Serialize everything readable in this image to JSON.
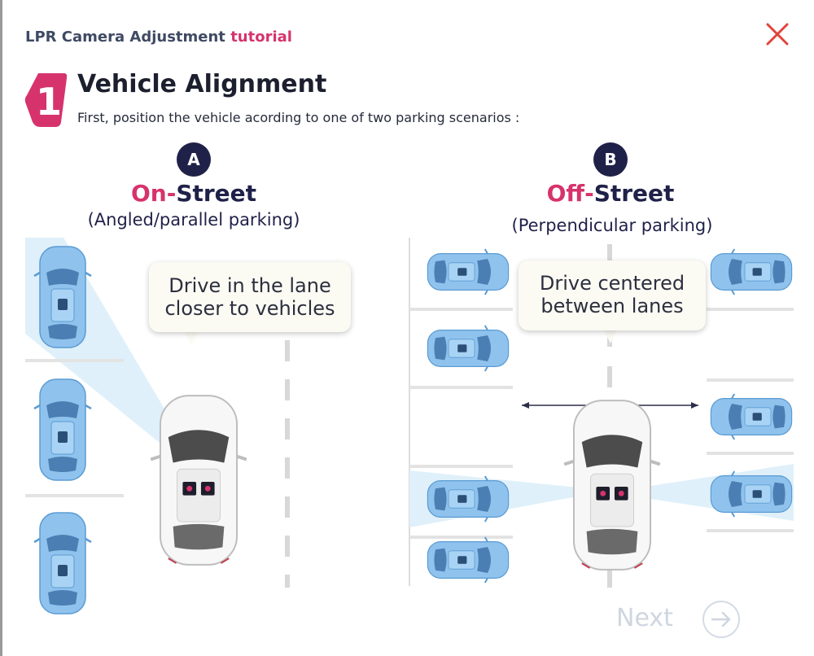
{
  "header": {
    "title_main": "LPR Camera Adjustment",
    "title_accent": "tutorial",
    "accent_color": "#d6336c",
    "close_icon": "close-icon"
  },
  "step": {
    "number": "1",
    "title": "Vehicle Alignment",
    "subtitle": "First, position the vehicle acording to one of two parking scenarios :"
  },
  "scenarios": [
    {
      "letter": "A",
      "title_prefix": "On-",
      "title_rest": "Street",
      "subtitle": "(Angled/parallel parking)",
      "callout_lines": [
        "Drive in the lane",
        "closer to vehicles"
      ]
    },
    {
      "letter": "B",
      "title_prefix": "Off-",
      "title_rest": "Street",
      "subtitle": "(Perpendicular parking)",
      "callout_lines": [
        "Drive centered",
        "between lanes"
      ]
    }
  ],
  "footer": {
    "next_label": "Next",
    "next_icon": "arrow-right-icon"
  },
  "colors": {
    "navy": "#1f2148",
    "pink": "#d6336c",
    "parked_car": "#8fc3ee",
    "camera_beam": "#dff0fa",
    "next_disabled": "#cfd6e0"
  }
}
